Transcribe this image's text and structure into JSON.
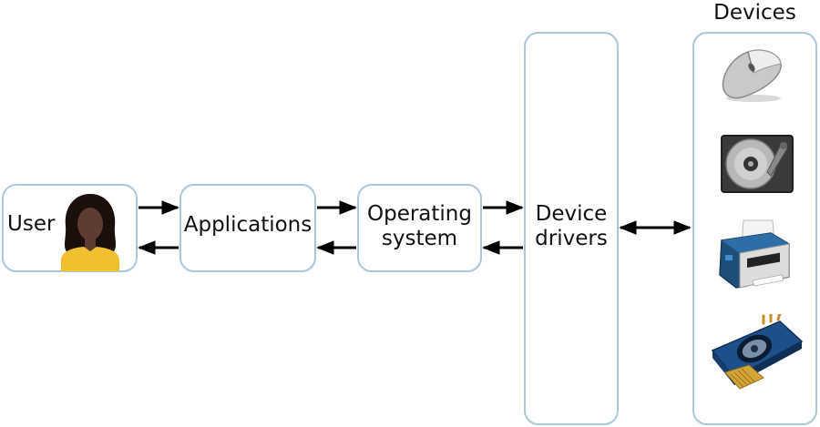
{
  "diagram": {
    "user": {
      "label": "User"
    },
    "applications": {
      "label": "Applications"
    },
    "operating_system": {
      "label": "Operating\nsystem"
    },
    "device_drivers": {
      "label": "Device\ndrivers"
    },
    "devices": {
      "title": "Devices",
      "items": [
        "mouse",
        "hard-drive",
        "printer",
        "graphics-card"
      ]
    }
  },
  "colors": {
    "box_border": "#a9c8dc",
    "arrow": "#000000",
    "user_skin": "#5e3c32",
    "user_shirt": "#f0c030"
  }
}
